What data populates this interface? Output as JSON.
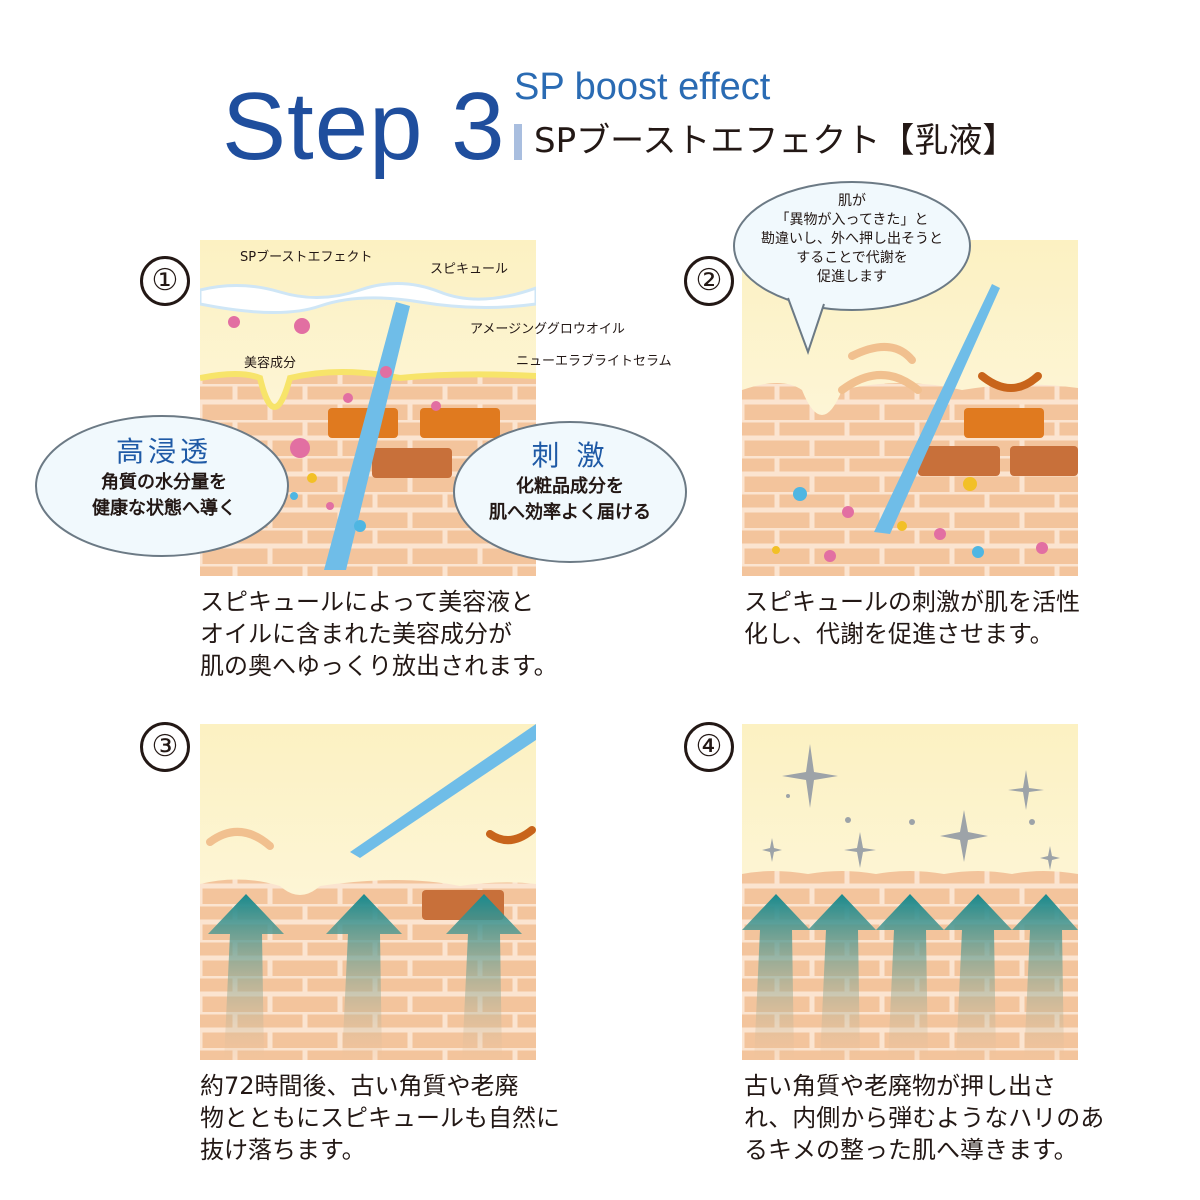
{
  "header": {
    "step": "Step 3",
    "subtitle_en": "SP boost effect",
    "subtitle_jp": "SPブーストエフェクト【乳液】"
  },
  "panels": [
    {
      "number": "①",
      "labels": {
        "sp_boost": "SPブーストエフェクト",
        "spicule": "スピキュール",
        "ingredient": "美容成分",
        "oil": "アメージンググロウオイル",
        "serum": "ニューエラブライトセラム"
      },
      "bubble_left": {
        "title": "高浸透",
        "lines": [
          "角質の水分量を",
          "健康な状態へ導く"
        ]
      },
      "bubble_right": {
        "title": "刺 激",
        "lines": [
          "化粧品成分を",
          "肌へ効率よく届ける"
        ]
      },
      "caption": [
        "スピキュールによって美容液と",
        "オイルに含まれた美容成分が",
        "肌の奥へゆっくり放出されます。"
      ]
    },
    {
      "number": "②",
      "speech": [
        "肌が",
        "「異物が入ってきた」と",
        "勘違いし、外へ押し出そうと",
        "することで代謝を",
        "促進します"
      ],
      "caption": [
        "スピキュールの刺激が肌を活性",
        "化し、代謝を促進させます。"
      ]
    },
    {
      "number": "③",
      "caption": [
        "約72時間後、古い角質や老廃",
        "物とともにスピキュールも自然に",
        "抜け落ちます。"
      ]
    },
    {
      "number": "④",
      "caption": [
        "古い角質や老廃物が押し出さ",
        "れ、内側から弾むようなハリのあ",
        "るキメの整った肌へ導きます。"
      ]
    }
  ],
  "colors": {
    "title_blue": "#1f4e9d",
    "bubble_title_blue": "#1f5aa6",
    "skin": "#f3c49c",
    "skin_line": "#fbe4d0",
    "sky": "#fdf5d6",
    "spicule": "#6fbde8",
    "arrow_teal": "#1a8a8e",
    "brick_orange": "#e07a1f"
  }
}
